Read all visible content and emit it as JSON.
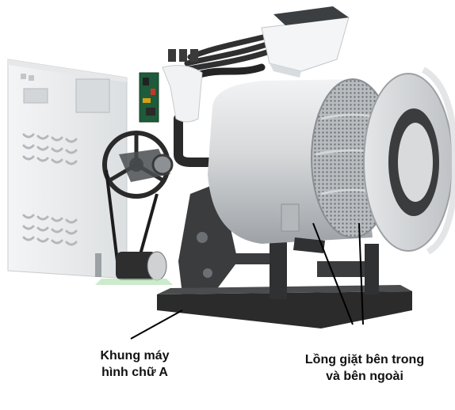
{
  "labels": {
    "frame": {
      "line1": "Khung máy",
      "line2": "hình chữ A"
    },
    "drum": {
      "line1": "Lồng giặt bên trong",
      "line2": "và bên ngoài"
    }
  },
  "colors": {
    "frame_dark": "#2b2b2b",
    "drum_silver": "#cfd1d3",
    "panel_white": "#eef0f1",
    "circuit_green": "#1e5b3a",
    "leader_line": "#000000"
  }
}
